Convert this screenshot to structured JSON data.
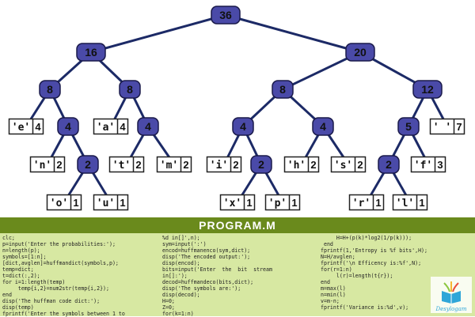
{
  "colors": {
    "internal_node": "#4a4aa8",
    "edge": "#1c2a66",
    "leaf_border": "#222222",
    "title_bar": "#6a8a1c",
    "code_bg": "#d7e8a2"
  },
  "tree": {
    "internal_nodes": [
      {
        "id": "n36",
        "label": "36"
      },
      {
        "id": "n16",
        "label": "16"
      },
      {
        "id": "n20",
        "label": "20"
      },
      {
        "id": "n8a",
        "label": "8"
      },
      {
        "id": "n8b",
        "label": "8"
      },
      {
        "id": "n8c",
        "label": "8"
      },
      {
        "id": "n12",
        "label": "12"
      },
      {
        "id": "n4a",
        "label": "4"
      },
      {
        "id": "n4b",
        "label": "4"
      },
      {
        "id": "n4c",
        "label": "4"
      },
      {
        "id": "n4d",
        "label": "4"
      },
      {
        "id": "n5",
        "label": "5"
      },
      {
        "id": "n2a",
        "label": "2"
      },
      {
        "id": "n2b",
        "label": "2"
      },
      {
        "id": "n2c",
        "label": "2"
      }
    ],
    "leaves": [
      {
        "id": "le",
        "symbol": "'e'",
        "count": "4"
      },
      {
        "id": "la",
        "symbol": "'a'",
        "count": "4"
      },
      {
        "id": "ln",
        "symbol": "'n'",
        "count": "2"
      },
      {
        "id": "lt",
        "symbol": "'t'",
        "count": "2"
      },
      {
        "id": "lm",
        "symbol": "'m'",
        "count": "2"
      },
      {
        "id": "lo",
        "symbol": "'o'",
        "count": "1"
      },
      {
        "id": "lu",
        "symbol": "'u'",
        "count": "1"
      },
      {
        "id": "li",
        "symbol": "'i'",
        "count": "2"
      },
      {
        "id": "lh",
        "symbol": "'h'",
        "count": "2"
      },
      {
        "id": "ls",
        "symbol": "'s'",
        "count": "2"
      },
      {
        "id": "lx",
        "symbol": "'x'",
        "count": "1"
      },
      {
        "id": "lp",
        "symbol": "'p'",
        "count": "1"
      },
      {
        "id": "lsp",
        "symbol": "' '",
        "count": "7"
      },
      {
        "id": "lf",
        "symbol": "'f'",
        "count": "3"
      },
      {
        "id": "lr",
        "symbol": "'r'",
        "count": "1"
      },
      {
        "id": "ll",
        "symbol": "'l'",
        "count": "1"
      }
    ],
    "edges": [
      [
        "n36",
        "n16"
      ],
      [
        "n36",
        "n20"
      ],
      [
        "n16",
        "n8a"
      ],
      [
        "n16",
        "n8b"
      ],
      [
        "n20",
        "n8c"
      ],
      [
        "n20",
        "n12"
      ],
      [
        "n8a",
        "le"
      ],
      [
        "n8a",
        "n4a"
      ],
      [
        "n8b",
        "la"
      ],
      [
        "n8b",
        "n4b"
      ],
      [
        "n8c",
        "n4c"
      ],
      [
        "n8c",
        "n4d"
      ],
      [
        "n12",
        "n5"
      ],
      [
        "n12",
        "lsp"
      ],
      [
        "n4a",
        "ln"
      ],
      [
        "n4a",
        "n2a"
      ],
      [
        "n4b",
        "lt"
      ],
      [
        "n4b",
        "lm"
      ],
      [
        "n4c",
        "li"
      ],
      [
        "n4c",
        "n2b"
      ],
      [
        "n4d",
        "lh"
      ],
      [
        "n4d",
        "ls"
      ],
      [
        "n5",
        "n2c"
      ],
      [
        "n5",
        "lf"
      ],
      [
        "n2a",
        "lo"
      ],
      [
        "n2a",
        "lu"
      ],
      [
        "n2b",
        "lx"
      ],
      [
        "n2b",
        "lp"
      ],
      [
        "n2c",
        "lr"
      ],
      [
        "n2c",
        "ll"
      ]
    ]
  },
  "program": {
    "title": "PROGRAM.M",
    "col1": [
      "clc;",
      "p=input('Enter the probabilities:');",
      "n=length(p);",
      "symbols=[1:n];",
      "[dict,avglen]=huffmandict(symbols,p);",
      "temp=dict;",
      "t=dict(:,2);",
      "for i=1:length(temp)",
      "     temp{i,2}=num2str(temp{i,2});",
      "end",
      "disp('The huffman code dict:');",
      "disp(temp)",
      "fprintf('Enter the symbols between 1 to"
    ],
    "col2": [
      "%d in[]',n);",
      "sym=input(':')",
      "encod=huffmanenco(sym,dict);",
      "disp('The encoded output:');",
      "disp(encod);",
      "bits=input('Enter  the  bit  stream",
      "in[]:');",
      "decod=huffmandeco(bits,dict);",
      "disp('The symbols are:');",
      "disp(decod);",
      "H=0;",
      "Z=0;",
      "for(k=1:n)"
    ],
    "col3": [
      "     H=H+(p(k)*log2(1/p(k)));",
      " end",
      "fprintf(1,'Entropy is %f bits',H);",
      "N=H/avglen;",
      "fprintf('\\n Efficency is:%f',N);",
      "for(r=1:n)",
      "     l(r)=length(t{r});",
      "end",
      "m=max(l)",
      "n=min(l)",
      "v=m-n;",
      "fprintf('Variance is:%d',v);"
    ]
  },
  "logo": {
    "text": "Desylogam"
  }
}
